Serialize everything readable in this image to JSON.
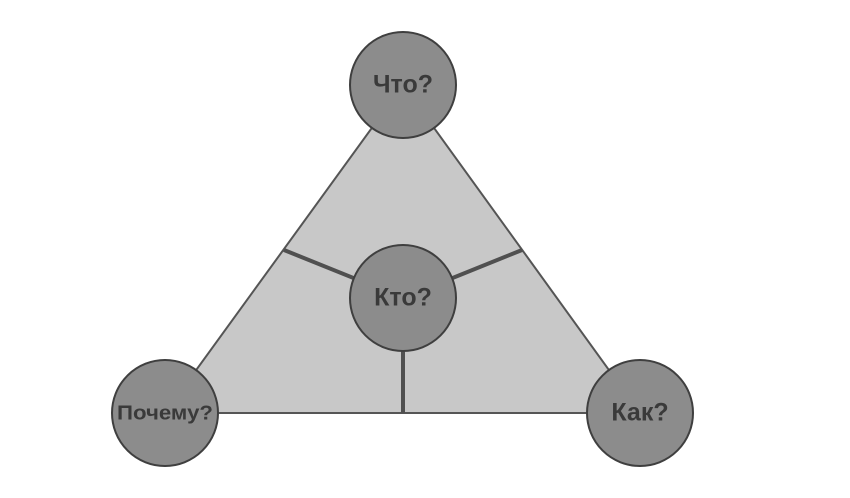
{
  "diagram": {
    "colors": {
      "triangle_fill": "#c8c8c8",
      "triangle_stroke": "#555555",
      "divider": "#505050",
      "node_fill": "#8c8c8c",
      "node_stroke": "#3f3f3f",
      "label": "#3a3a3a"
    },
    "nodes": {
      "top": {
        "label": "Что?"
      },
      "center": {
        "label": "Кто?"
      },
      "left": {
        "label": "Почему?"
      },
      "right": {
        "label": "Как?"
      }
    }
  }
}
